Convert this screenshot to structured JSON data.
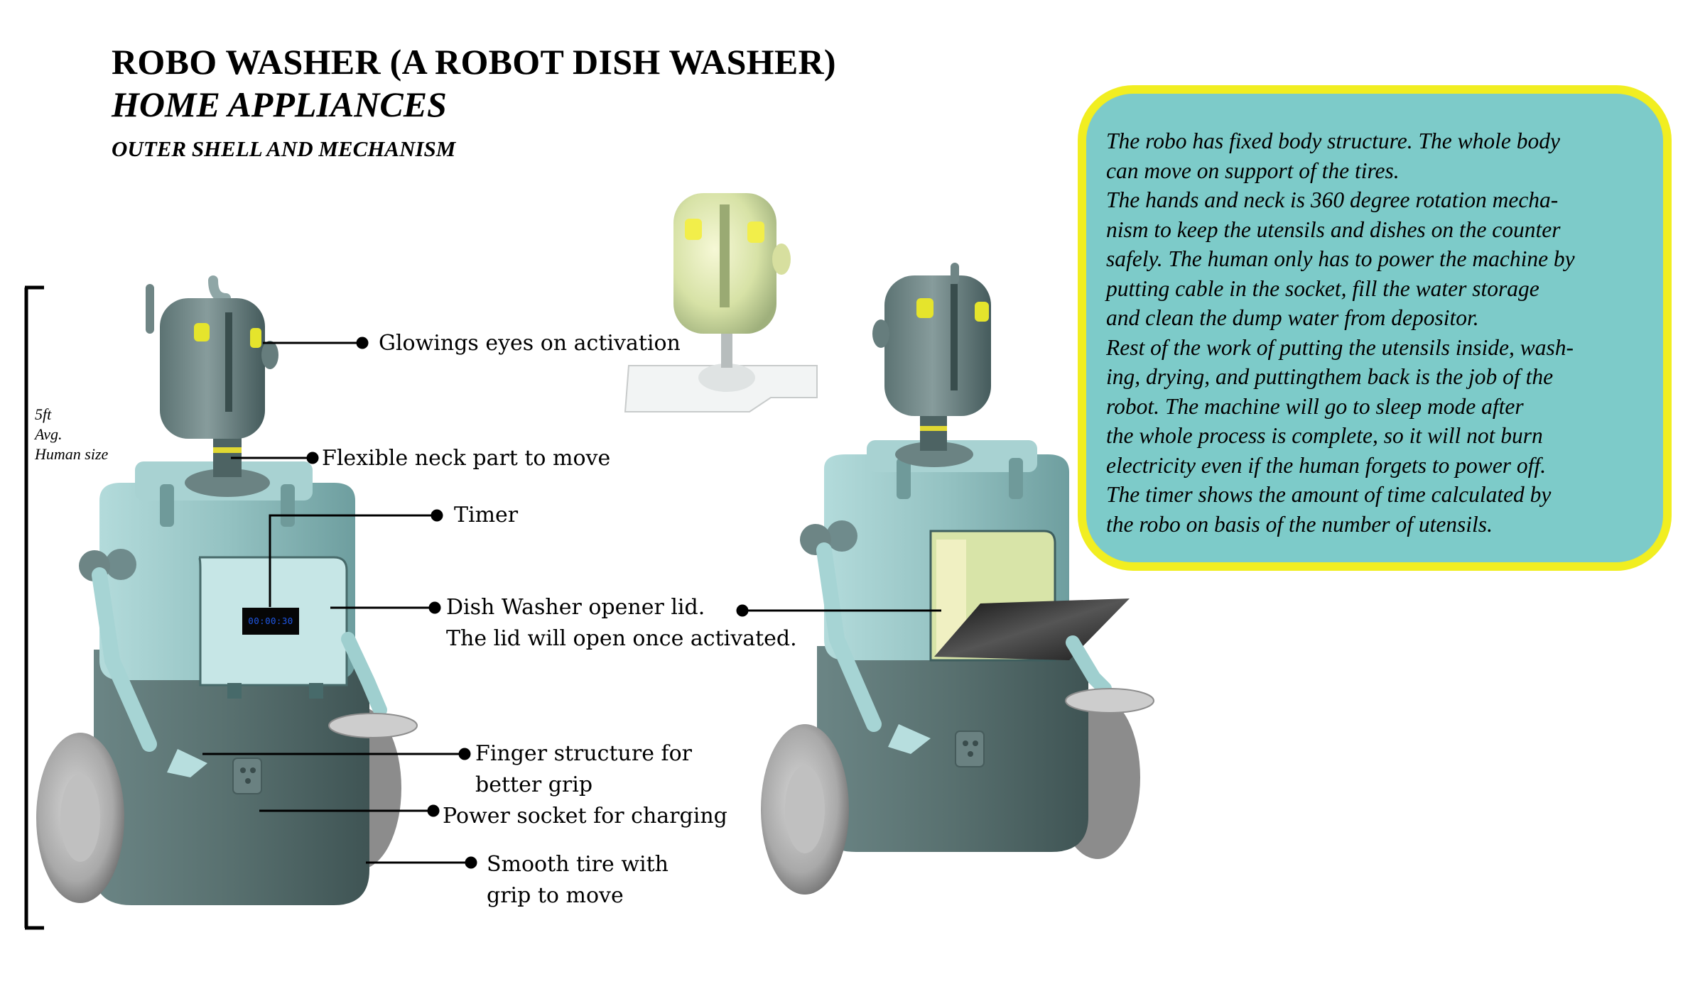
{
  "header": {
    "title": "ROBO WASHER (A ROBOT DISH WASHER)",
    "subtitle": "HOME APPLIANCES",
    "section": "OUTER SHELL AND MECHANISM"
  },
  "scale_bar": {
    "lines": [
      "5ft",
      "Avg.",
      "Human size"
    ]
  },
  "callouts": {
    "eyes": "Glowings eyes on activation",
    "neck": "Flexible neck part to move",
    "timer": "Timer",
    "lid": [
      "Dish Washer opener lid.",
      "The lid will open once activated."
    ],
    "finger": [
      "Finger structure for",
      "better grip"
    ],
    "socket": "Power socket for charging",
    "tire": [
      "Smooth tire with",
      "grip to move"
    ]
  },
  "timer_display": "00:00:30",
  "description": [
    "The robo has fixed body structure. The whole body",
    "can move on support of the tires.",
    "The hands and neck is 360 degree rotation mecha-",
    "nism to keep the utensils and dishes on the counter",
    "safely. The human only has to power the machine by",
    "putting cable in the socket, fill the water storage",
    "and clean the dump water from depositor.",
    "Rest of the work of putting the utensils inside, wash-",
    "ing, drying, and puttingthem back is the job of the",
    "robot. The machine will go to sleep mode after",
    "the whole process is complete, so it will not burn",
    "electricity even if the human forgets to power off.",
    "The timer shows the amount of time calculated by",
    "the robo on basis of the number of utensils."
  ],
  "colors": {
    "box_fill": "#7dcbc9",
    "box_border": "#f1ee21",
    "body_dark": "#546d6e",
    "body_light": "#93c2c2",
    "eye_yellow": "#e3e12c",
    "tire": "#b9b9b9"
  }
}
